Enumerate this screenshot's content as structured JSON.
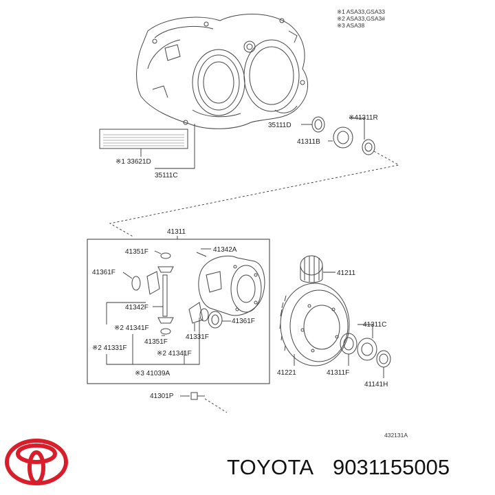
{
  "notes": [
    "※1 ASA33,GSA33",
    "※2 ASA33,GSA3#",
    "※3 ASA38"
  ],
  "labels": {
    "l35111D": "35111D",
    "l41311R": "※41311R",
    "l41311B": "41311B",
    "l33621D": "※1 33621D",
    "l35111C": "35111C",
    "l41311": "41311",
    "l41351F_top": "41351F",
    "l41342A": "41342A",
    "l41361F_left": "41361F",
    "l41342F": "41342F",
    "l41361F_right": "41361F",
    "l41341F_left": "※2 41341F",
    "l41331F_mid": "41331F",
    "l41351F_bot": "41351F",
    "l41331F_left": "※2 41331F",
    "l41341F_bot": "※2 41341F",
    "l41039A": "※3 41039A",
    "l41301P": "41301P",
    "l41211": "41211",
    "l41311C": "41311C",
    "l41221": "41221",
    "l41311F": "41311F",
    "l41141H": "41141H",
    "drawing_code": "432131A"
  },
  "brand": {
    "name": "TOYOTA",
    "part_number": "9031155005",
    "logo_color": "#d81e2a"
  }
}
